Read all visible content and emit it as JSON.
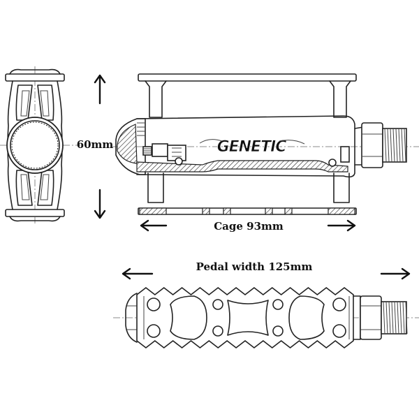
{
  "dimensions": {
    "height_label": "60mm",
    "cage_label": "Cage 93mm",
    "width_label": "Pedal width 125mm"
  },
  "brand": {
    "logo_text": "GENETIC",
    "color": "#111111"
  },
  "icons": {
    "up": "arrow-up-icon",
    "down": "arrow-down-icon",
    "left": "arrow-left-icon",
    "right": "arrow-right-icon"
  }
}
